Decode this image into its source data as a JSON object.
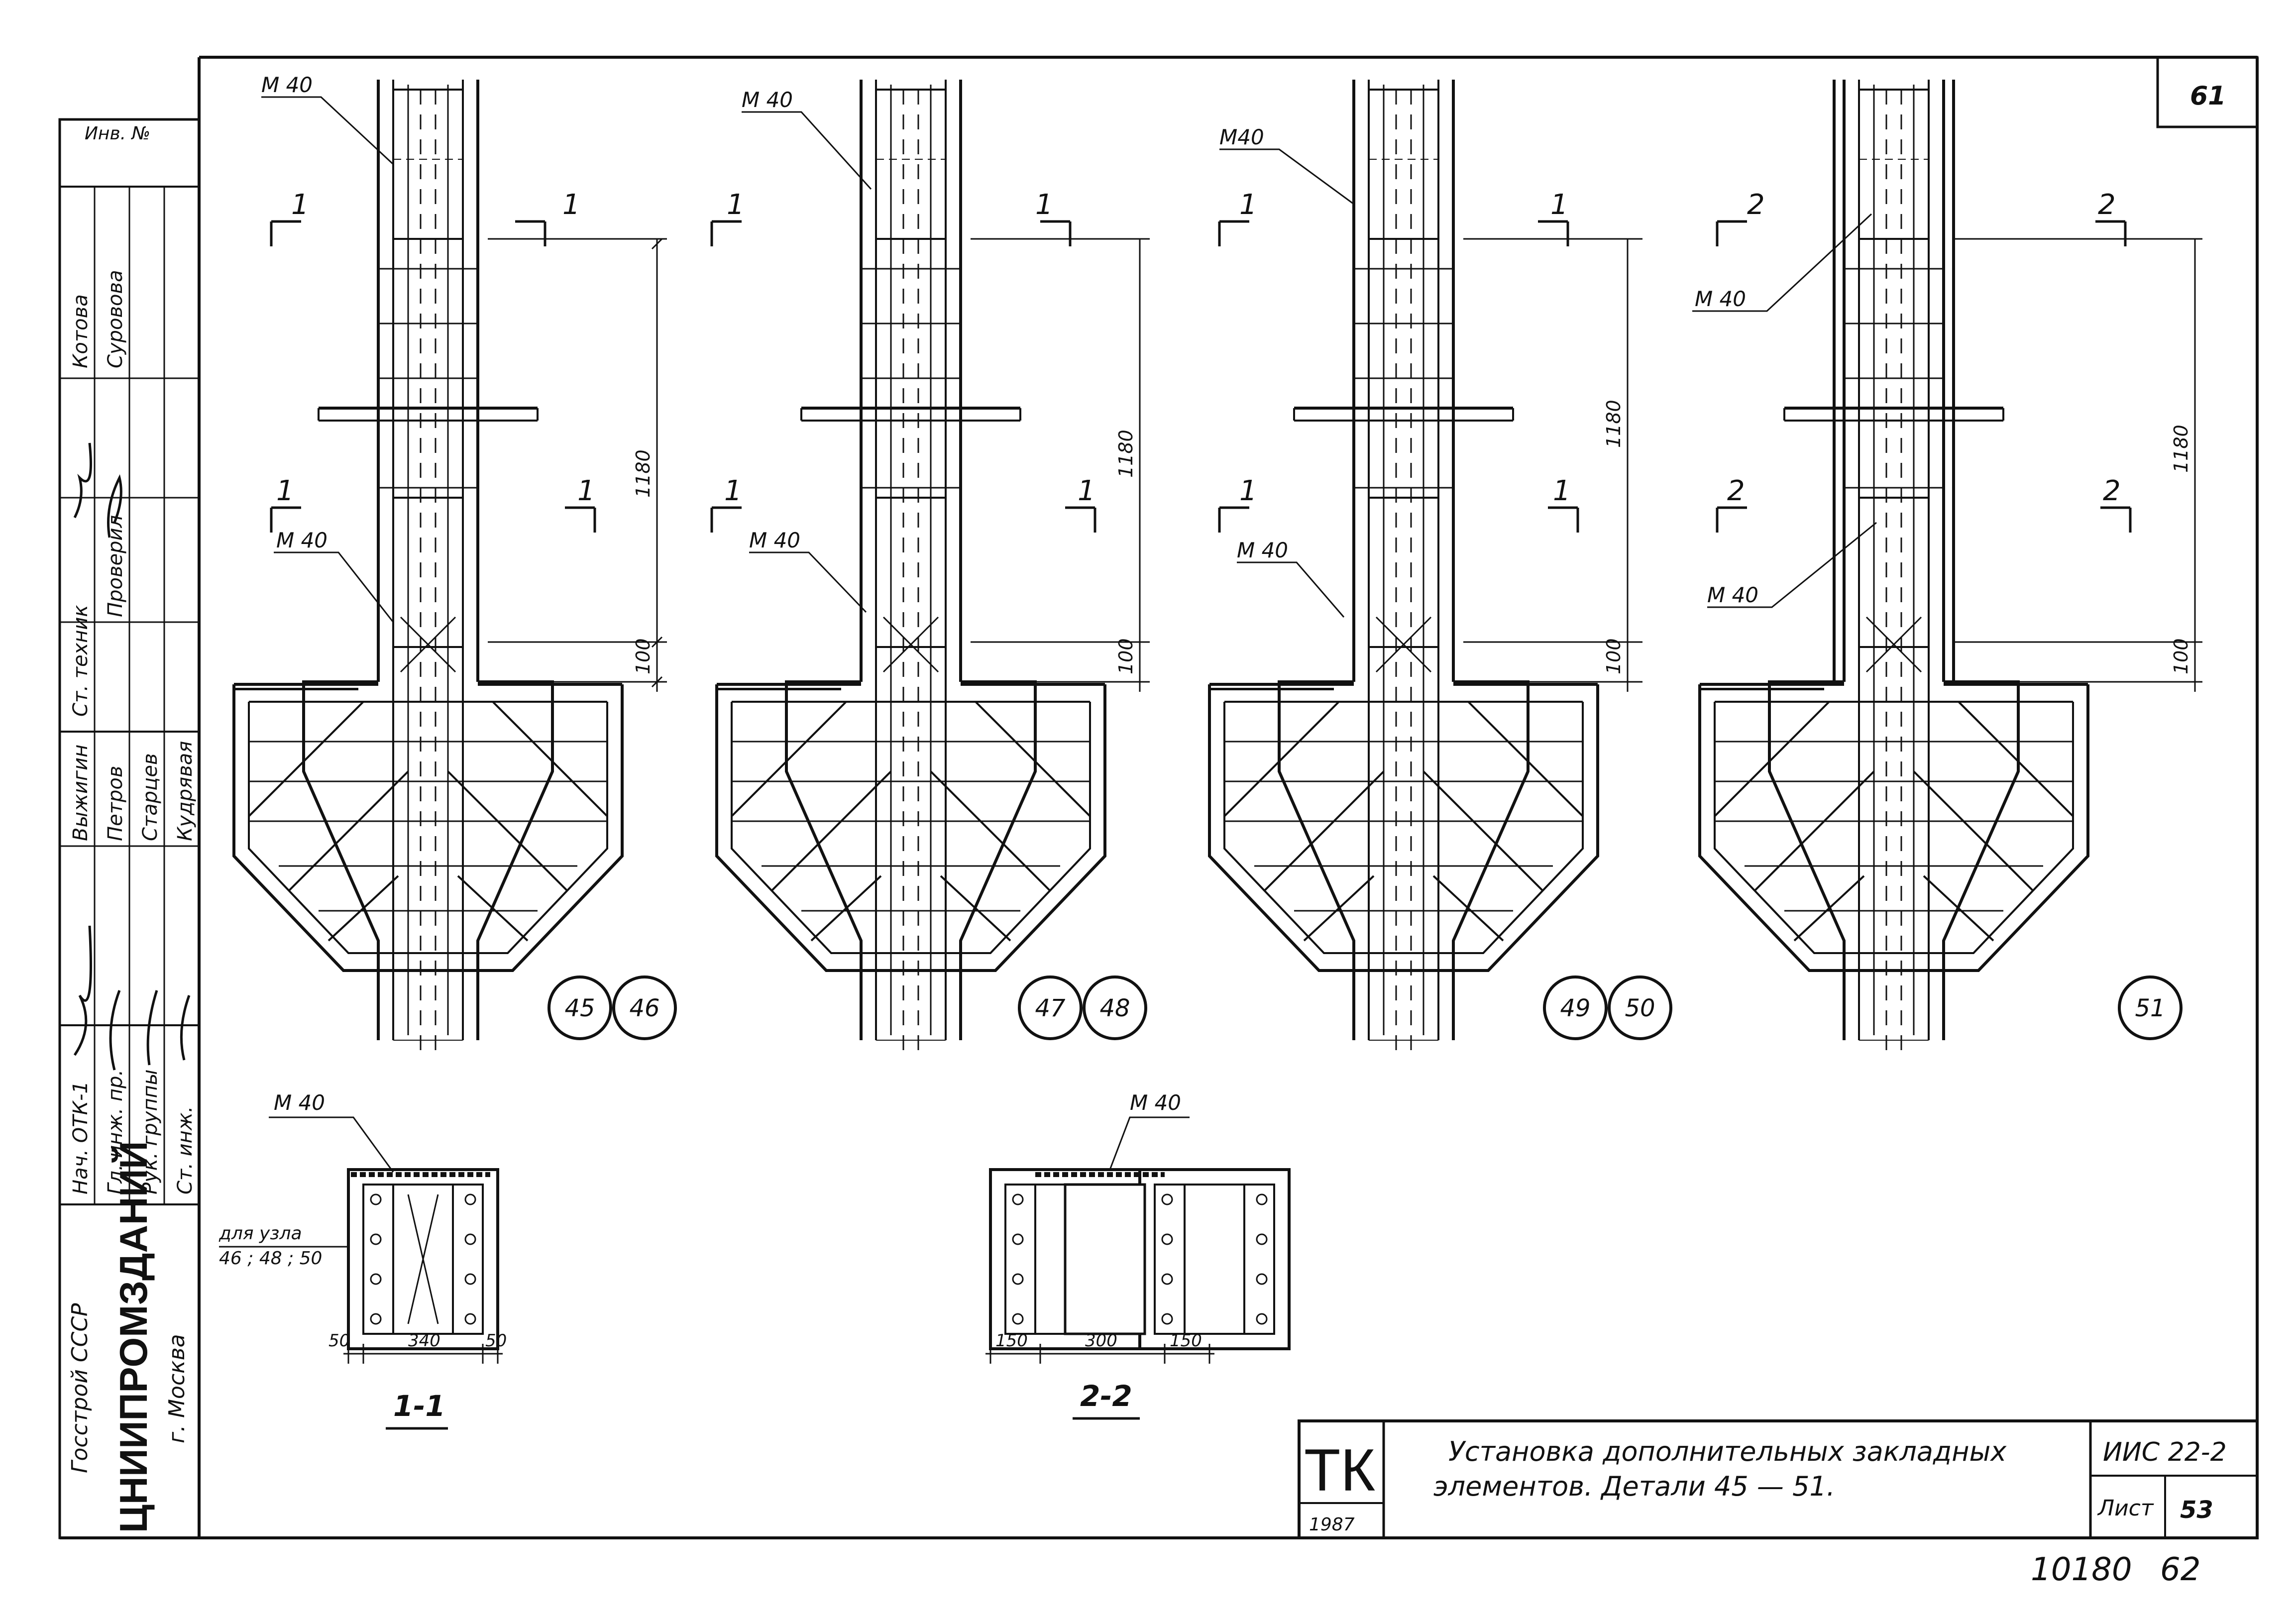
{
  "sheet": {
    "page_number": "61",
    "archive_number": "10180",
    "archive_sheet": "62"
  },
  "side_stamp": {
    "inv_label": "Инв. №",
    "rows": [
      {
        "role": "Нач. ОТК-1",
        "name": "Выжигин"
      },
      {
        "role": "Гл. инж. пр.",
        "name": "Петров"
      },
      {
        "role": "Рук. группы",
        "name": "Старцев"
      },
      {
        "role": "Ст. инж.",
        "name": "Кудрявая"
      },
      {
        "role": "Ст. техник",
        "name": "Проверил"
      },
      {
        "role": "",
        "name": "Котова"
      },
      {
        "role": "",
        "name": "Суровова"
      }
    ],
    "org_line1": "Госстрой СССР",
    "org_line2": "ЦНИИПРОМЗДАНИЙ",
    "org_line3": "г. Москва"
  },
  "labels": {
    "embed": "М 40",
    "embed_b": "М40",
    "sect1": "1",
    "sect2": "2",
    "dim_1180": "1180",
    "dim_100": "100",
    "section_1_title": "1-1",
    "section_2_title": "2-2",
    "note_nodes_1": "для узла",
    "note_nodes_2": "46 ; 48 ; 50",
    "dim_50": "50",
    "dim_340": "340",
    "dim_150": "150",
    "dim_300": "300"
  },
  "details": [
    {
      "circles": [
        "45",
        "46"
      ]
    },
    {
      "circles": [
        "47",
        "48"
      ]
    },
    {
      "circles": [
        "49",
        "50"
      ]
    },
    {
      "circles": [
        "51"
      ]
    }
  ],
  "title_block": {
    "stamp": "ТК",
    "year": "1987",
    "title_line1": "Установка дополнительных закладных",
    "title_line2": "элементов. Детали 45 — 51.",
    "code": "ИИС 22-2",
    "sheet_label": "Лист",
    "sheet_number": "53"
  }
}
